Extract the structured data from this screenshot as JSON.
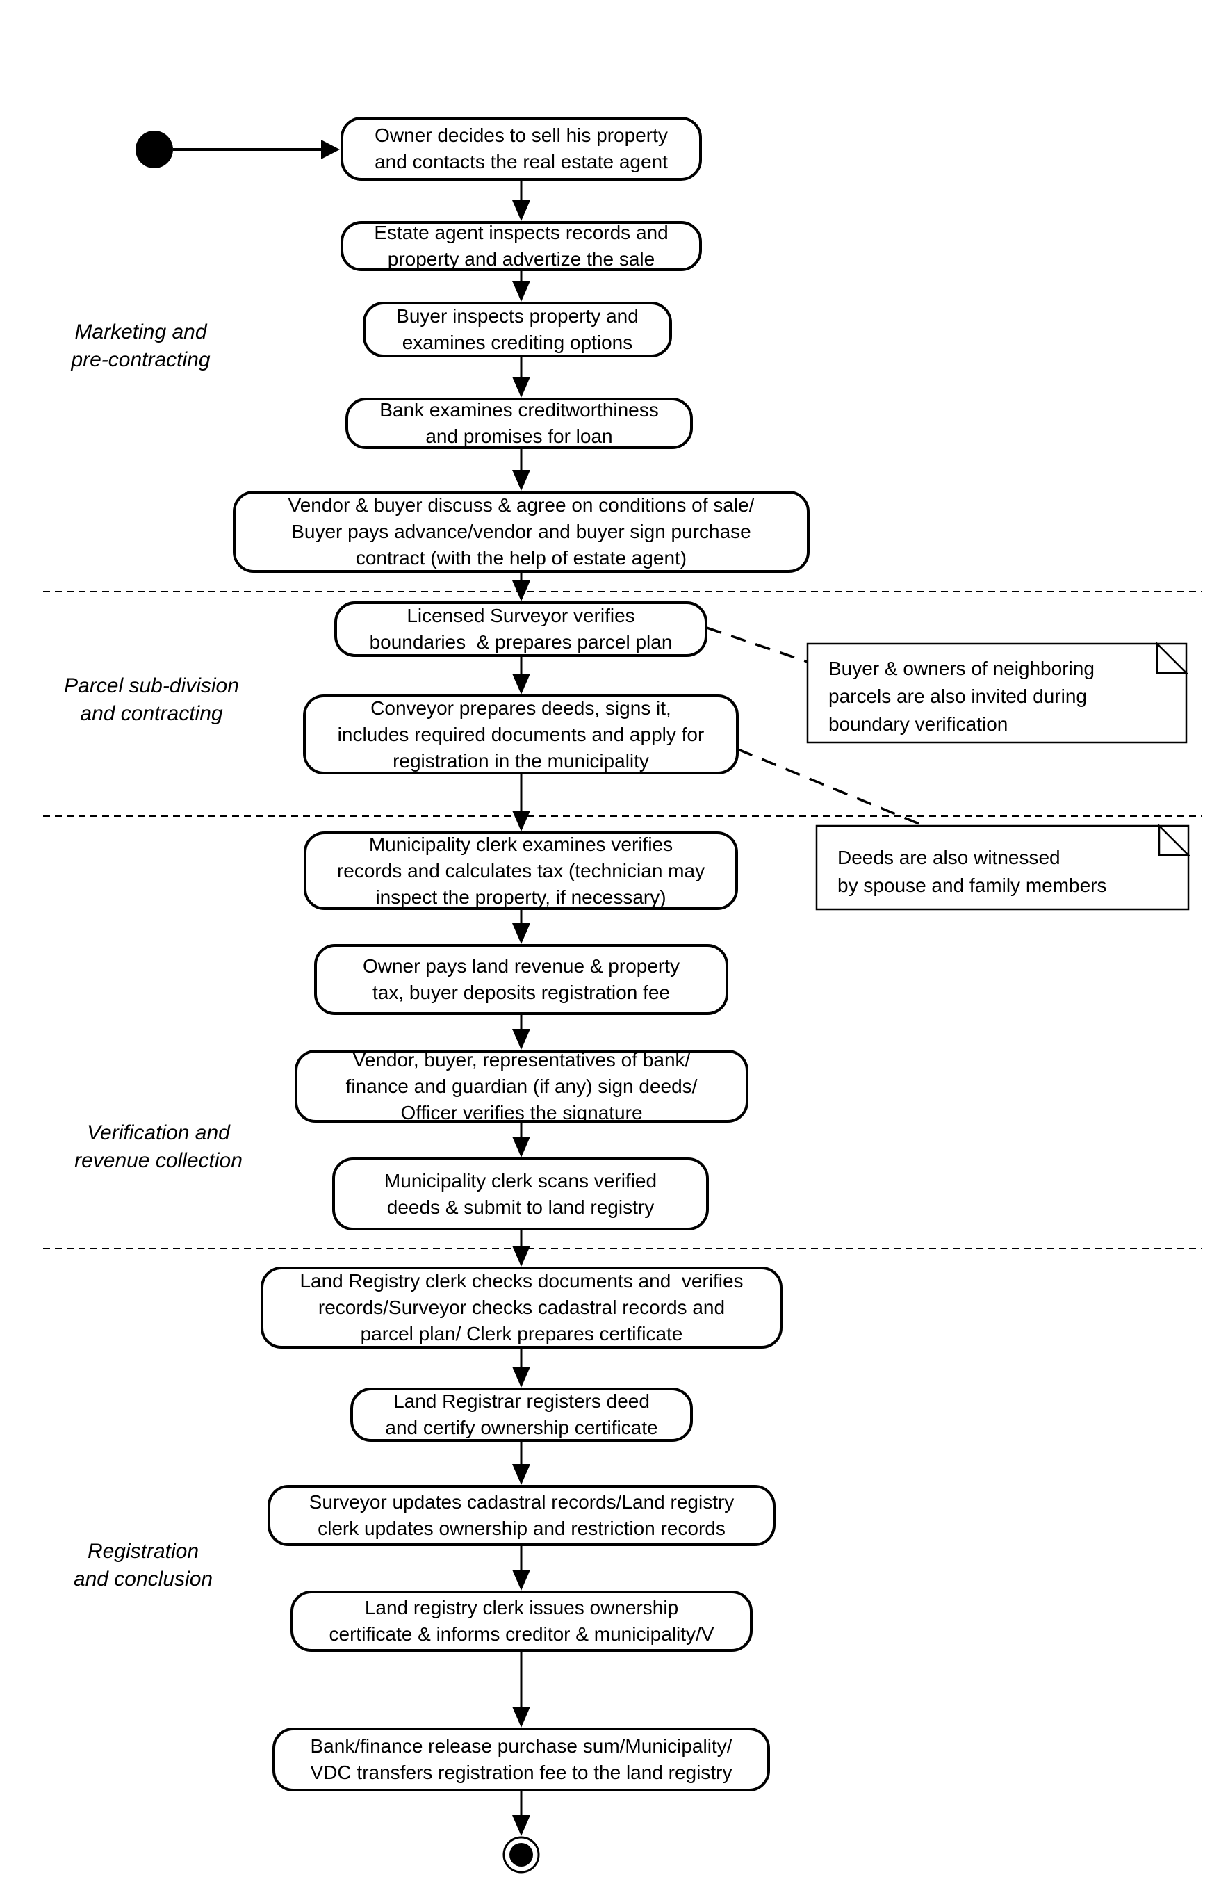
{
  "diagram": {
    "phases": [
      {
        "label": "Marketing and\npre-contracting"
      },
      {
        "label": "Parcel sub-division\nand contracting"
      },
      {
        "label": "Verification and\nrevenue collection"
      },
      {
        "label": "Registration\nand conclusion"
      }
    ],
    "activities": [
      {
        "text": "Owner decides to sell his property\nand contacts the real estate agent"
      },
      {
        "text": "Estate agent inspects records and\nproperty and advertize the sale"
      },
      {
        "text": "Buyer inspects property and\nexamines crediting options"
      },
      {
        "text": "Bank examines creditworthiness\nand promises for loan"
      },
      {
        "text": "Vendor & buyer discuss & agree on conditions of sale/\nBuyer pays advance/vendor and buyer sign purchase\ncontract (with the help of estate agent)"
      },
      {
        "text": "Licensed Surveyor verifies\nboundaries  & prepares parcel plan"
      },
      {
        "text": "Conveyor prepares deeds, signs it,\nincludes required documents and apply for\nregistration in the municipality"
      },
      {
        "text": "Municipality clerk examines verifies\nrecords and calculates tax (technician may\ninspect the property, if necessary)"
      },
      {
        "text": "Owner pays land revenue & property\ntax, buyer deposits registration fee"
      },
      {
        "text": "Vendor, buyer, representatives of bank/\nfinance and guardian (if any) sign deeds/\nOfficer verifies the signature"
      },
      {
        "text": "Municipality clerk scans verified\ndeeds & submit to land registry"
      },
      {
        "text": "Land Registry clerk checks documents and  verifies\nrecords/Surveyor checks cadastral records and\nparcel plan/ Clerk prepares certificate"
      },
      {
        "text": "Land Registrar registers deed\nand certify ownership certificate"
      },
      {
        "text": "Surveyor updates cadastral records/Land registry\nclerk updates ownership and restriction records"
      },
      {
        "text": "Land registry clerk issues ownership\ncertificate & informs creditor & municipality/V"
      },
      {
        "text": "Bank/finance release purchase sum/Municipality/\nVDC transfers registration fee to the land registry"
      }
    ],
    "notes": [
      {
        "text": "Buyer & owners of neighboring\nparcels are also invited during\nboundary verification"
      },
      {
        "text": "Deeds are also witnessed\nby spouse and family members"
      }
    ],
    "nodes": {
      "start": "initial-node",
      "end": "activity-final-node"
    },
    "colors": {
      "ink": "#000000",
      "background": "#ffffff"
    }
  }
}
